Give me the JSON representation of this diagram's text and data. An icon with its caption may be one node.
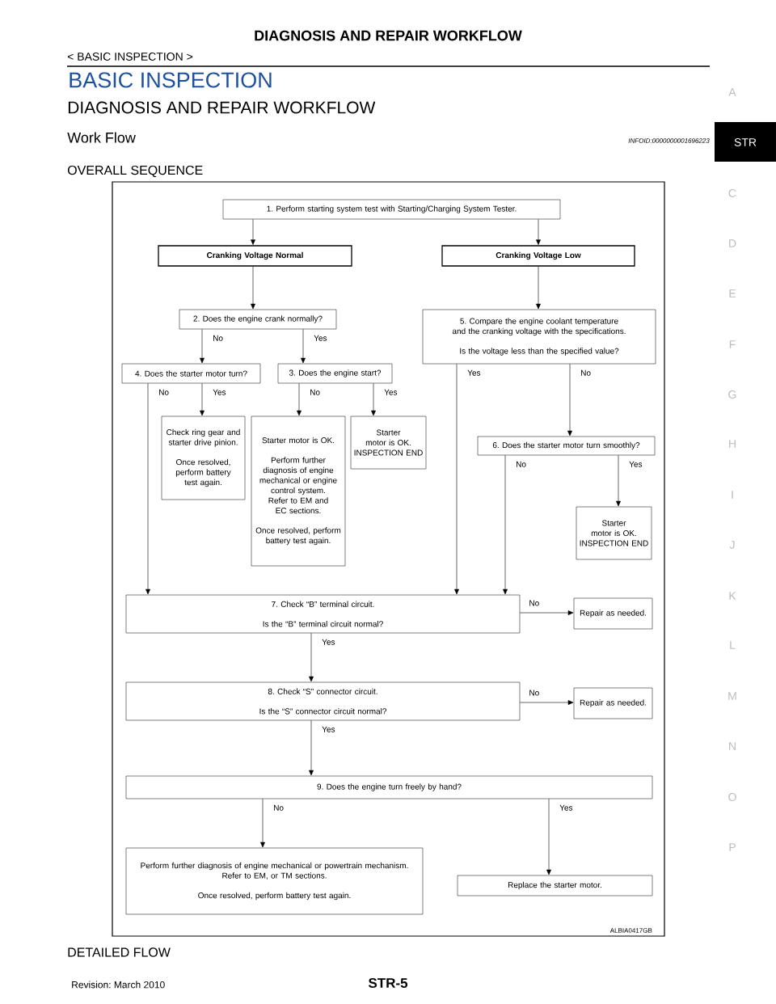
{
  "diagram": {
    "title": "DIAGNOSIS AND REPAIR WORKFLOW",
    "nodes": [
      {
        "text": [
          "1. Perform starting system test with Starting/Charging System Tester."
        ]
      },
      {
        "text": [
          "Cranking Voltage Normal"
        ]
      },
      {
        "text": [
          "Cranking Voltage Low"
        ]
      },
      {
        "text": [
          "2. Does the engine crank normally?"
        ]
      },
      {
        "text": [
          "5. Compare the engine coolant temperature and the cranking voltage with the specifications.",
          "Is the voltage less than the specified value?"
        ]
      },
      {
        "text": [
          "4. Does the starter motor turn?"
        ]
      },
      {
        "text": [
          "3. Does the engine start?"
        ]
      },
      {
        "text": [
          "Check ring gear and starter drive pinion.",
          "Once resolved, perform battery test again."
        ]
      },
      {
        "text": [
          "Starter motor is OK.",
          "Perform further diagnosis of engine mechanical or engine control system.",
          "Refer to EM and EC sections.",
          "Once resolved, perform battery test again."
        ]
      },
      {
        "text": [
          "Starter motor is OK. INSPECTION END"
        ]
      },
      {
        "text": [
          "6. Does the starter motor turn smoothly?"
        ]
      },
      {
        "text": [
          "Starter motor is OK. INSPECTION END"
        ]
      },
      {
        "text": [
          "7. Check “B” terminal circuit.",
          "Is the “B” terminal circuit normal?"
        ]
      },
      {
        "text": [
          "Repair as needed."
        ]
      },
      {
        "text": [
          "8. Check “S” connector circuit.",
          "Is the “S” connector circuit normal?"
        ]
      },
      {
        "text": [
          "Repair as needed."
        ]
      },
      {
        "text": [
          "9. Does the engine turn freely by hand?"
        ]
      },
      {
        "text": [
          "Perform further diagnosis of engine mechanical or powertrain mechanism.",
          "Refer to EM, or TM sections.",
          "Once resolved, perform battery test again."
        ]
      },
      {
        "text": [
          "Replace the starter motor."
        ]
      }
    ],
    "edges": [
      {
        "from": 0,
        "to": 1,
        "arrow": "to"
      },
      {
        "from": 0,
        "to": 2,
        "arrow": "to"
      },
      {
        "from": 1,
        "to": 3,
        "arrow": "to"
      },
      {
        "from": 2,
        "to": 4,
        "arrow": "to"
      },
      {
        "from": 3,
        "to": 5,
        "arrow": "to",
        "label": "No"
      },
      {
        "from": 3,
        "to": 6,
        "arrow": "to",
        "label": "Yes"
      },
      {
        "from": 5,
        "to": 12,
        "arrow": "to",
        "label": "No"
      },
      {
        "from": 5,
        "to": 7,
        "arrow": "to",
        "label": "Yes"
      },
      {
        "from": 6,
        "to": 8,
        "arrow": "to",
        "label": "No"
      },
      {
        "from": 6,
        "to": 9,
        "arrow": "to",
        "label": "Yes"
      },
      {
        "from": 4,
        "to": 12,
        "arrow": "to",
        "label": "Yes"
      },
      {
        "from": 4,
        "to": 10,
        "arrow": "to",
        "label": "No"
      },
      {
        "from": 10,
        "to": 12,
        "arrow": "to",
        "label": "No"
      },
      {
        "from": 10,
        "to": 11,
        "arrow": "to",
        "label": "Yes"
      },
      {
        "from": 12,
        "to": 13,
        "arrow": "to",
        "label": "No"
      },
      {
        "from": 12,
        "to": 14,
        "arrow": "to",
        "label": "Yes"
      },
      {
        "from": 14,
        "to": 15,
        "arrow": "to",
        "label": "No"
      },
      {
        "from": 14,
        "to": 16,
        "arrow": "to",
        "label": "Yes"
      },
      {
        "from": 16,
        "to": 17,
        "arrow": "to",
        "label": "No"
      },
      {
        "from": 16,
        "to": 18,
        "arrow": "to",
        "label": "Yes"
      }
    ],
    "labels": [
      "< BASIC INSPECTION >",
      "A",
      "BASIC INSPECTION",
      "DIAGNOSIS AND REPAIR WORKFLOW",
      "Work Flow",
      "INFOID:0000000001696223",
      "STR",
      "OVERALL SEQUENCE",
      "C",
      "D",
      "E",
      "F",
      "G",
      "H",
      "I",
      "J",
      "K",
      "L",
      "M",
      "N",
      "O",
      "P",
      "ALBIA0417GB",
      "DETAILED FLOW",
      "Revision: March 2010",
      "STR-5"
    ]
  }
}
